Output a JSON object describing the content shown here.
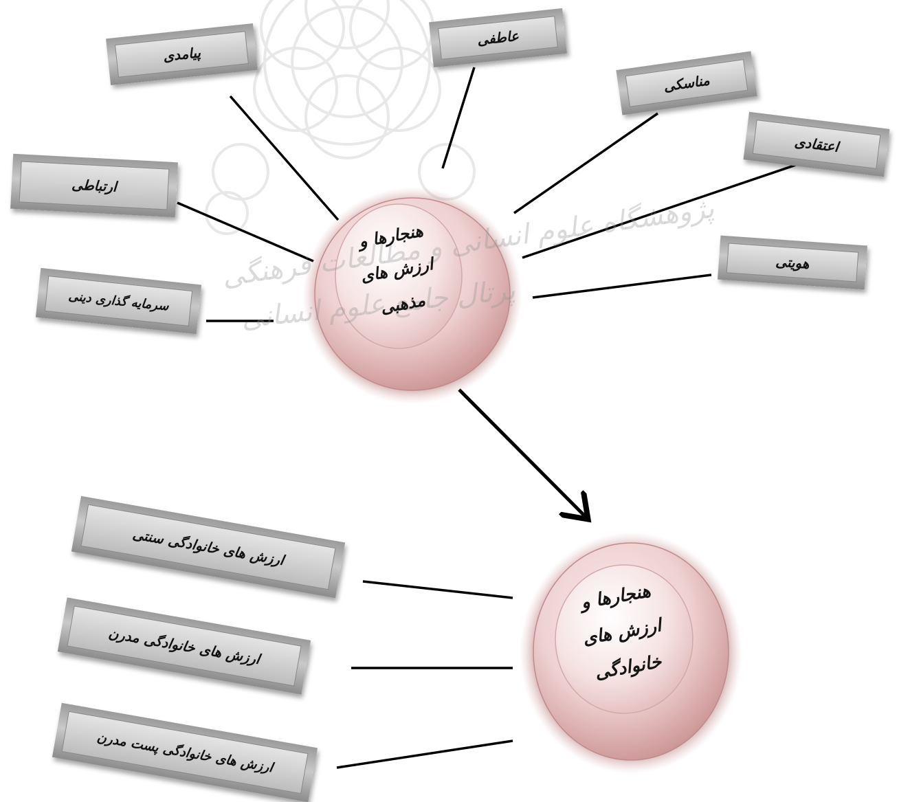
{
  "watermark": {
    "line1": "پژوهشگاه علوم انسانی و مطالعات فرهنگی",
    "line2": "پرتال جامع علوم انسانی"
  },
  "hubs": {
    "religious": {
      "line1": "هنجارها و",
      "line2": "ارزش های",
      "line3": "مذهبی"
    },
    "family": {
      "line1": "هنجارها و",
      "line2": "ارزش های",
      "line3": "خانوادگی"
    }
  },
  "nodes": {
    "consequential": "پیامدی",
    "emotional": "عاطفی",
    "ritual": "مناسکی",
    "belief": "اعتقادی",
    "relational": "ارتباطی",
    "identity": "هویتی",
    "religious_investment": "سرمایه گذاری دینی",
    "traditional_family_values": "ارزش های خانوادگی سنتی",
    "modern_family_values": "ارزش های خانوادگی مدرن",
    "postmodern_family_values": "ارزش های خانوادگی پست مدرن"
  },
  "colors": {
    "hub_rim": "#9e4e4e",
    "hub_fill": "#f3dada",
    "box_face": "#d4d4d4",
    "line": "#000000"
  }
}
